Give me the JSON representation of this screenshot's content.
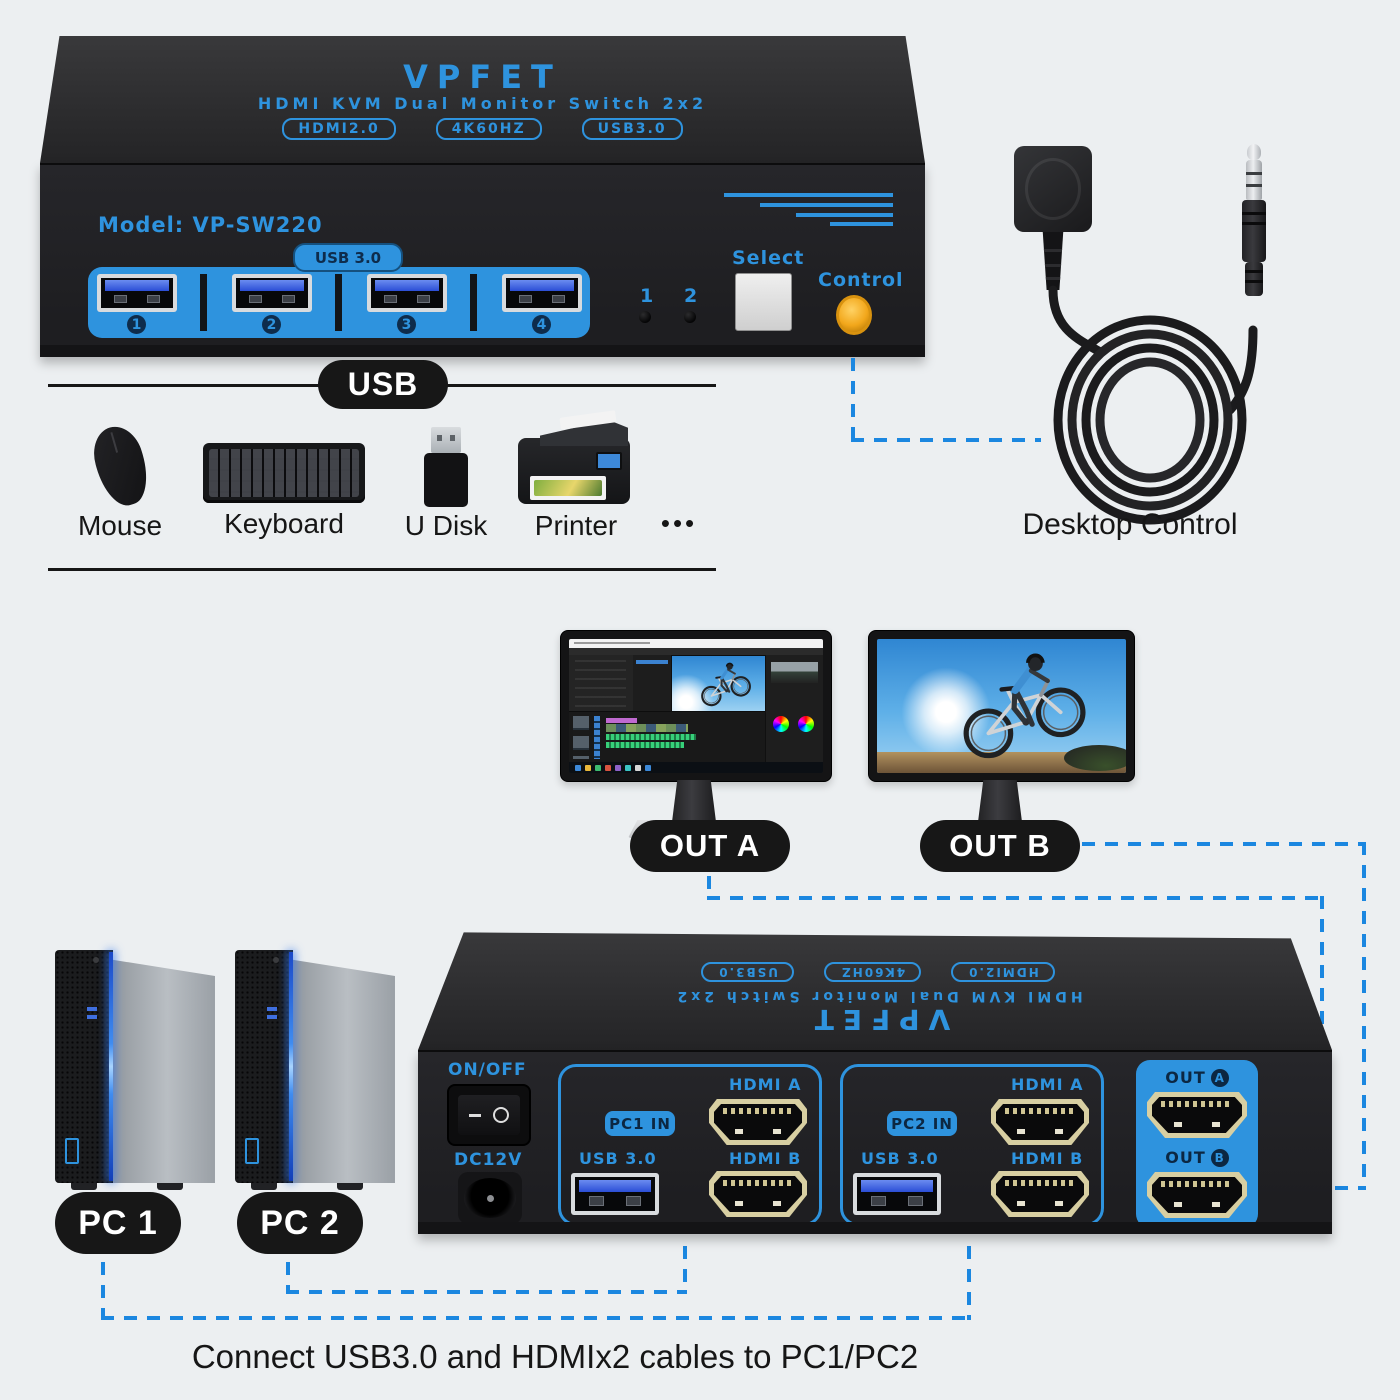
{
  "front_device": {
    "logo": "VPFET",
    "title": "HDMI KVM Dual Monitor Switch 2x2",
    "badges": [
      "HDMI2.0",
      "4K60HZ",
      "USB3.0"
    ],
    "model": "Model: VP-SW220",
    "usb_group_label": "USB 3.0",
    "port_numbers": [
      "1",
      "2",
      "3",
      "4"
    ],
    "led_labels": [
      "1",
      "2"
    ],
    "select_label": "Select",
    "control_label": "Control"
  },
  "desktop_control": {
    "label": "Desktop Control"
  },
  "usb_section": {
    "title": "USB",
    "devices": [
      "Mouse",
      "Keyboard",
      "U Disk",
      "Printer"
    ],
    "ellipsis": "•••"
  },
  "monitors": {
    "out_a": "OUT A",
    "out_b": "OUT B"
  },
  "pcs": {
    "pc1": "PC 1",
    "pc2": "PC 2"
  },
  "rear_device": {
    "logo": "VPFET",
    "title": "HDMI KVM Dual Monitor Switch 2x2",
    "badges": [
      "HDMI2.0",
      "4K60HZ",
      "USB3.0"
    ],
    "on_off_label": "ON/OFF",
    "dc_label": "DC12V",
    "pc1_section": {
      "badge": "PC1 IN",
      "usb_label": "USB 3.0",
      "hdmi_a_label": "HDMI A",
      "hdmi_b_label": "HDMI B"
    },
    "pc2_section": {
      "badge": "PC2 IN",
      "usb_label": "USB 3.0",
      "hdmi_a_label": "HDMI A",
      "hdmi_b_label": "HDMI B"
    },
    "out_section": {
      "out_a_text": "OUT",
      "out_a_letter": "A",
      "out_b_text": "OUT",
      "out_b_letter": "B"
    }
  },
  "caption": "Connect USB3.0 and HDMIx2 cables to PC1/PC2",
  "colors": {
    "accent_blue": "#2e93de",
    "dashed_blue": "#1b87e0",
    "control_orange": "#f2a71b",
    "background": "#eceff1"
  }
}
